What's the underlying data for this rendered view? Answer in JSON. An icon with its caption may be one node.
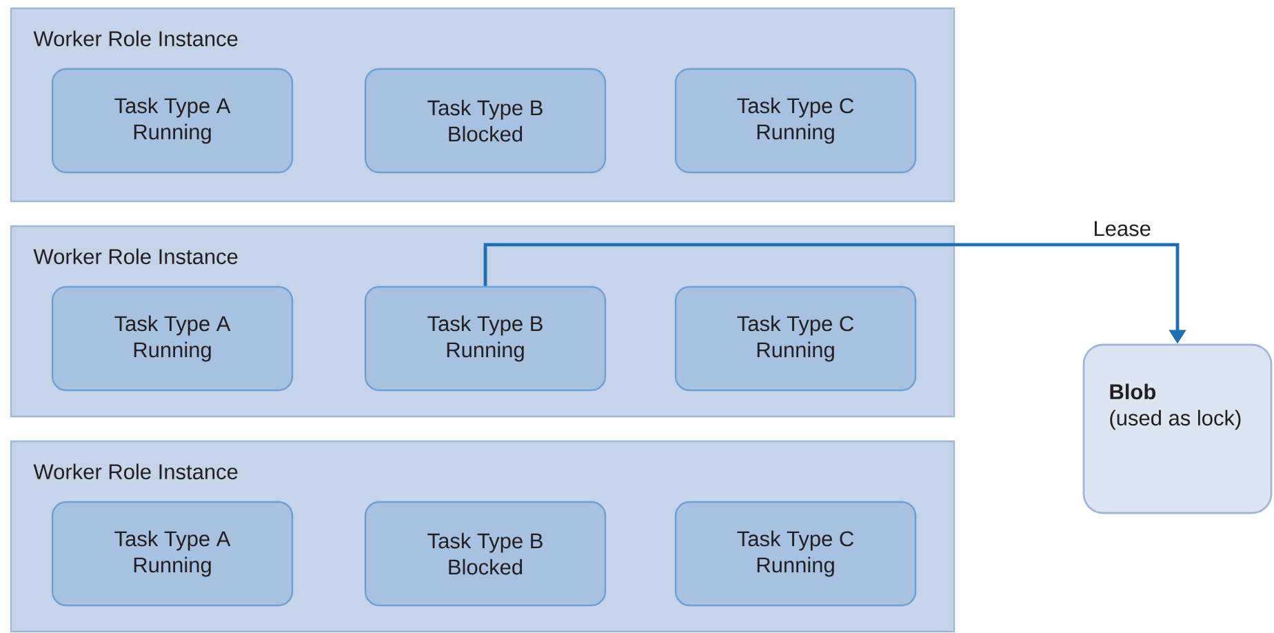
{
  "diagram": {
    "nodes": [
      {
        "text": [
          "Worker Role Instance"
        ]
      },
      {
        "text": [
          "Task Type A",
          "Running"
        ],
        "in": 0
      },
      {
        "text": [
          "Task Type B",
          "Blocked"
        ],
        "in": 0
      },
      {
        "text": [
          "Task Type C",
          "Running"
        ],
        "in": 0
      },
      {
        "text": [
          "Worker Role Instance"
        ]
      },
      {
        "text": [
          "Task Type A",
          "Running"
        ],
        "in": 4
      },
      {
        "text": [
          "Task Type B",
          "Running"
        ],
        "in": 4
      },
      {
        "text": [
          "Task Type C",
          "Running"
        ],
        "in": 4
      },
      {
        "text": [
          "Worker Role Instance"
        ]
      },
      {
        "text": [
          "Task Type A",
          "Running"
        ],
        "in": 8
      },
      {
        "text": [
          "Task Type B",
          "Blocked"
        ],
        "in": 8
      },
      {
        "text": [
          "Task Type C",
          "Running"
        ],
        "in": 8
      },
      {
        "text": [
          "Blob",
          "(used as lock)"
        ]
      }
    ],
    "edges": [
      {
        "from": 6,
        "to": 12,
        "arrow": "to",
        "label": "Lease",
        "color": "#1f6fb4"
      }
    ]
  }
}
